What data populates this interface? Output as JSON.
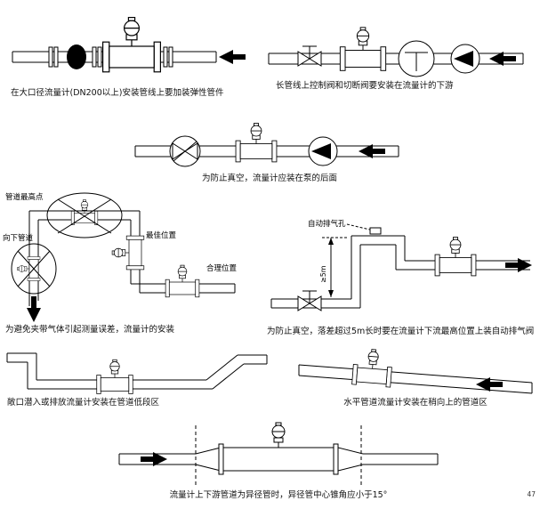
{
  "page": {
    "corner_mark": "47"
  },
  "figures": {
    "fig1": {
      "caption": "在大口径流量计(DN200以上)安装管线上要加装弹性管件"
    },
    "fig2": {
      "caption": "长管线上控制阀和切断阀要安装在流量计的下游"
    },
    "fig3": {
      "caption": "为防止真空，流量计应装在泵的后面"
    },
    "fig4": {
      "caption": "为避免夹带气体引起测量误差，流量计的安装",
      "labels": {
        "highest_point": "管道最高点",
        "downward_pipe": "向下管道",
        "best_position": "最佳位置",
        "reasonable_position": "合理位置"
      }
    },
    "fig5": {
      "caption": "为防止真空，落差超过5m长时要在流量计下流最高位置上装自动排气阀",
      "labels": {
        "auto_vent": "自动排气孔",
        "drop_height": "≥5m"
      }
    },
    "fig6": {
      "caption": "敞口潜入或排放流量计安装在管道低段区"
    },
    "fig7": {
      "caption": "水平管道流量计安装在稍向上的管道区"
    },
    "fig8": {
      "caption": "流量计上下游管道为异径管时，异径管中心锥角应小于15°"
    }
  }
}
